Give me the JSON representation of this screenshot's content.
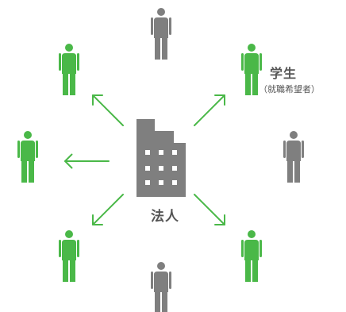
{
  "labels": {
    "center": "法人",
    "student": "学生",
    "student_sub": "（就職希望者）"
  },
  "colors": {
    "active": "#4ab848",
    "inactive": "#7f7f7f",
    "building": "#7f7f7f",
    "window": "#ffffff",
    "text": "#555555"
  },
  "icons": {
    "building": "building-icon",
    "person": "person-icon",
    "arrow": "arrow-icon"
  },
  "people": [
    {
      "id": "top",
      "state": "inactive"
    },
    {
      "id": "upper-left",
      "state": "active"
    },
    {
      "id": "upper-right",
      "state": "active"
    },
    {
      "id": "left",
      "state": "active"
    },
    {
      "id": "right",
      "state": "inactive"
    },
    {
      "id": "lower-left",
      "state": "active"
    },
    {
      "id": "lower-right",
      "state": "active"
    },
    {
      "id": "bottom",
      "state": "inactive"
    }
  ],
  "arrows": [
    "upper-left",
    "upper-right",
    "left",
    "lower-left",
    "lower-right"
  ]
}
